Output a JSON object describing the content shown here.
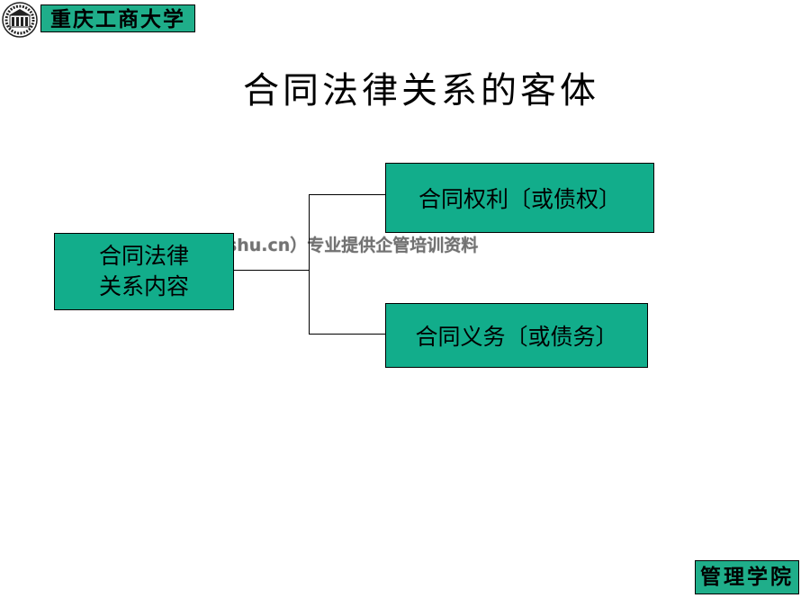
{
  "header": {
    "university_name": "重庆工商大学"
  },
  "title": "合同法律关系的客体",
  "watermark": "…://www.cnshu.cn）专业提供企管培训资料",
  "diagram": {
    "root": {
      "line1": "合同法律",
      "line2": "关系内容"
    },
    "branch_rights": "合同权利〔或债权〕",
    "branch_duties": "合同义务〔或债务〕"
  },
  "footer": {
    "department": "管理学院"
  },
  "colors": {
    "box_fill": "#12ad8b",
    "badge_fill": "#1fae8a"
  }
}
